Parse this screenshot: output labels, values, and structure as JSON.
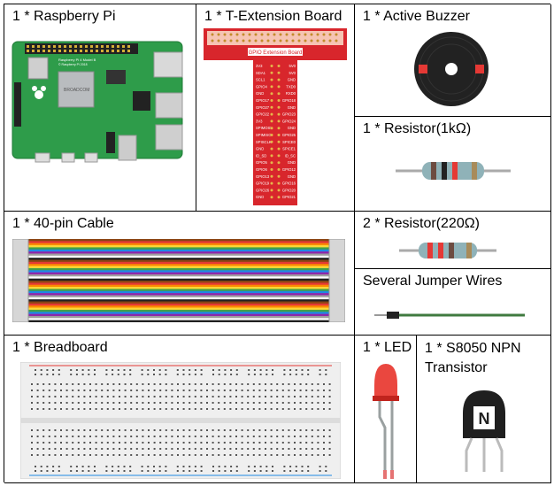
{
  "cells": {
    "raspberry_pi": {
      "label": "1 * Raspberry Pi",
      "board_text": [
        "Raspberry Pi 4 Model B",
        "© Raspberry Pi 2018"
      ],
      "chip_text": "BROADCOM"
    },
    "t_extension": {
      "label": "1 * T-Extension Board",
      "board_header": "GPIO Extension Board",
      "pins_left": [
        "3V3",
        "SDA1",
        "SCL1",
        "GPIO4",
        "GND",
        "GPIO17",
        "GPIO27",
        "GPIO22",
        "3V3",
        "SPIMOSI",
        "SPIMISO",
        "SPISCLK",
        "GND",
        "ID_SD",
        "GPIO5",
        "GPIO6",
        "GPIO13",
        "GPIO19",
        "GPIO26",
        "GND"
      ],
      "pins_right": [
        "5V0",
        "5V0",
        "GND",
        "TXD0",
        "RXD0",
        "GPIO18",
        "GND",
        "GPIO23",
        "GPIO24",
        "GND",
        "GPIO25",
        "SPICE0",
        "SPICE1",
        "ID_SC",
        "GND",
        "GPIO12",
        "GND",
        "GPIO16",
        "GPIO20",
        "GPIO21"
      ]
    },
    "active_buzzer": {
      "label": "1 * Active Buzzer"
    },
    "resistor_1k": {
      "label": "1 * Resistor(1kΩ)"
    },
    "cable": {
      "label": "1 * 40-pin Cable"
    },
    "resistor_220": {
      "label": "2 * Resistor(220Ω)"
    },
    "jumper_wires": {
      "label": "Several Jumper Wires"
    },
    "breadboard": {
      "label": "1 * Breadboard"
    },
    "led": {
      "label": "1 * LED"
    },
    "transistor": {
      "label": "1 * S8050 NPN Transistor",
      "chip_mark": "N"
    }
  },
  "colors": {
    "pcb_green": "#2e9c4a",
    "extension_red": "#d8262c",
    "led_red": "#e8332a",
    "cable_colors": [
      "#8b4513",
      "#e53935",
      "#fb8c00",
      "#fdd835",
      "#43a047",
      "#1e88e5",
      "#8e24aa",
      "#9e9e9e",
      "#ffffff",
      "#212121"
    ]
  }
}
